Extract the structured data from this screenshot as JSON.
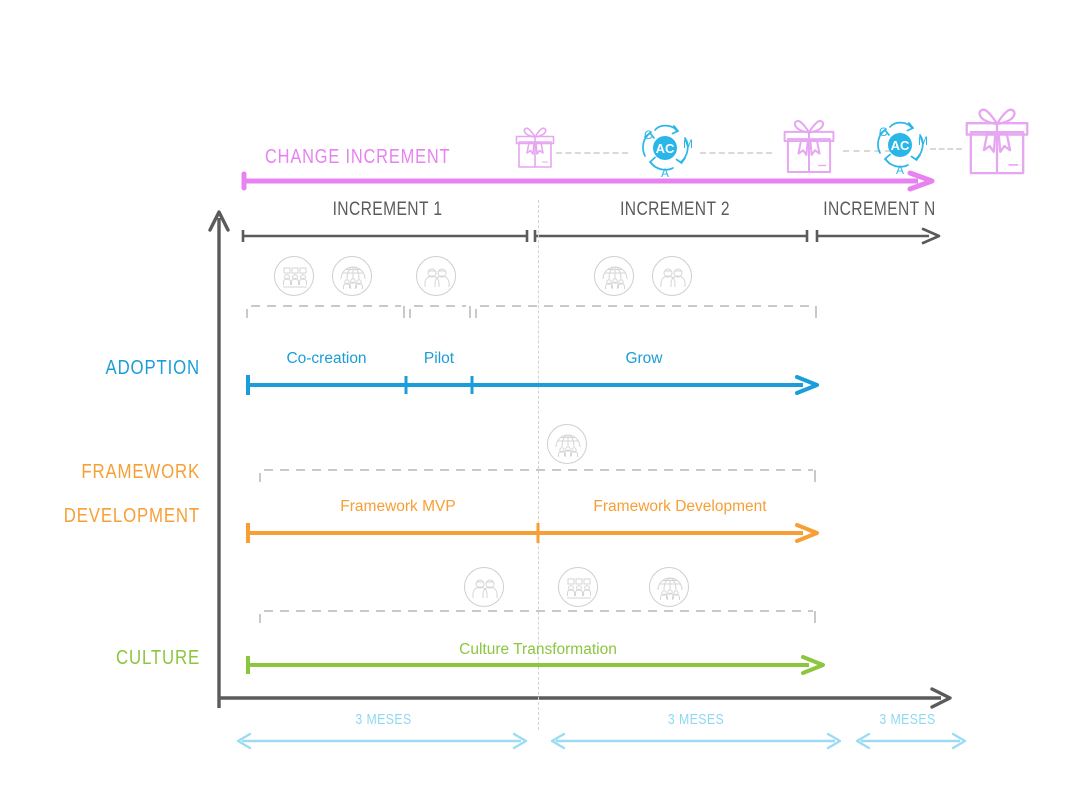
{
  "diagram": {
    "title_top": "CHANGE INCREMENT",
    "colors": {
      "change": "#e882f0",
      "adoption": "#1b9dd9",
      "framework": "#f79f34",
      "culture": "#8cc63e",
      "axis": "#5b5b5b",
      "dashed": "#c9c9c9",
      "meses": "#8fd8f2",
      "ac_circle": "#29b6e8"
    },
    "increments": [
      {
        "label": "INCREMENT 1"
      },
      {
        "label": "INCREMENT 2"
      },
      {
        "label": "INCREMENT N"
      }
    ],
    "lanes": [
      {
        "name": "ADOPTION",
        "color": "#1b9dd9",
        "phases": [
          {
            "label": "Co-creation"
          },
          {
            "label": "Pilot"
          },
          {
            "label": "Grow"
          }
        ],
        "icons": [
          "workshop-icon",
          "global-team-icon",
          "pair-icon",
          "global-team-icon",
          "pair-icon"
        ]
      },
      {
        "name": "FRAMEWORK DEVELOPMENT",
        "name_line1": "FRAMEWORK",
        "name_line2": "DEVELOPMENT",
        "color": "#f79f34",
        "phases": [
          {
            "label": "Framework MVP"
          },
          {
            "label": "Framework Development"
          }
        ],
        "icons": [
          "global-team-icon"
        ]
      },
      {
        "name": "CULTURE",
        "color": "#8cc63e",
        "phases": [
          {
            "label": "Culture Transformation"
          }
        ],
        "icons": [
          "pair-icon",
          "workshop-icon",
          "global-team-icon"
        ]
      }
    ],
    "timeline": {
      "segments": [
        {
          "label": "3 MESES"
        },
        {
          "label": "3 MESES"
        },
        {
          "label": "3 MESES"
        }
      ]
    },
    "top_track": {
      "items": [
        {
          "type": "gift-icon",
          "size": "small"
        },
        {
          "type": "ac-cycle-icon",
          "center": "AC",
          "top": "C",
          "right": "M",
          "bottom": "A"
        },
        {
          "type": "gift-icon",
          "size": "medium"
        },
        {
          "type": "ac-cycle-icon",
          "center": "AC",
          "top": "C",
          "right": "M",
          "bottom": "A"
        },
        {
          "type": "gift-icon",
          "size": "large"
        }
      ]
    }
  }
}
